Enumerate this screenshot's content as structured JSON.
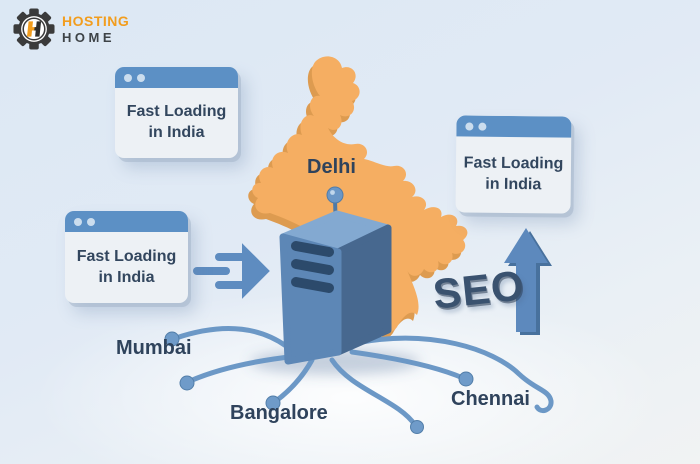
{
  "brand": {
    "line1": "HOSTING",
    "line2": "HOME",
    "logo_icon": "gear-h-icon",
    "color_orange": "#F29D1E",
    "color_dark": "#3E4347"
  },
  "windows": [
    {
      "name": "browser-window-top-left",
      "lines": [
        "Fast Loading",
        "in India"
      ]
    },
    {
      "name": "browser-window-middle-left",
      "lines": [
        "Fast Loading",
        "in India"
      ]
    },
    {
      "name": "browser-window-right",
      "lines": [
        "Fast Loading",
        "in India"
      ]
    }
  ],
  "map": {
    "country": "India",
    "fill": "#F5AE62",
    "pin_city_label": "Delhi"
  },
  "network": {
    "labels": {
      "mumbai": "Mumbai",
      "bangalore": "Bangalore",
      "chennai": "Chennai"
    }
  },
  "seo": {
    "label": "SEO"
  },
  "icons": [
    "gear-h-icon",
    "browser-dots-icon",
    "map-pin-icon",
    "server-icon",
    "fast-forward-icon",
    "seo-up-arrow-icon",
    "network-node-icon"
  ],
  "theme": {
    "background_top": "#DCE8F4",
    "background_bottom": "#F1F3F3",
    "accent_blue": "#5C90C5",
    "window_body": "#EDF1F5",
    "text_navy": "#32465E",
    "line_blue": "#6C98C6",
    "server_front": "#5D87B6",
    "server_side": "#47688F",
    "server_top": "#83A9D1",
    "map_orange": "#F5AE62"
  }
}
